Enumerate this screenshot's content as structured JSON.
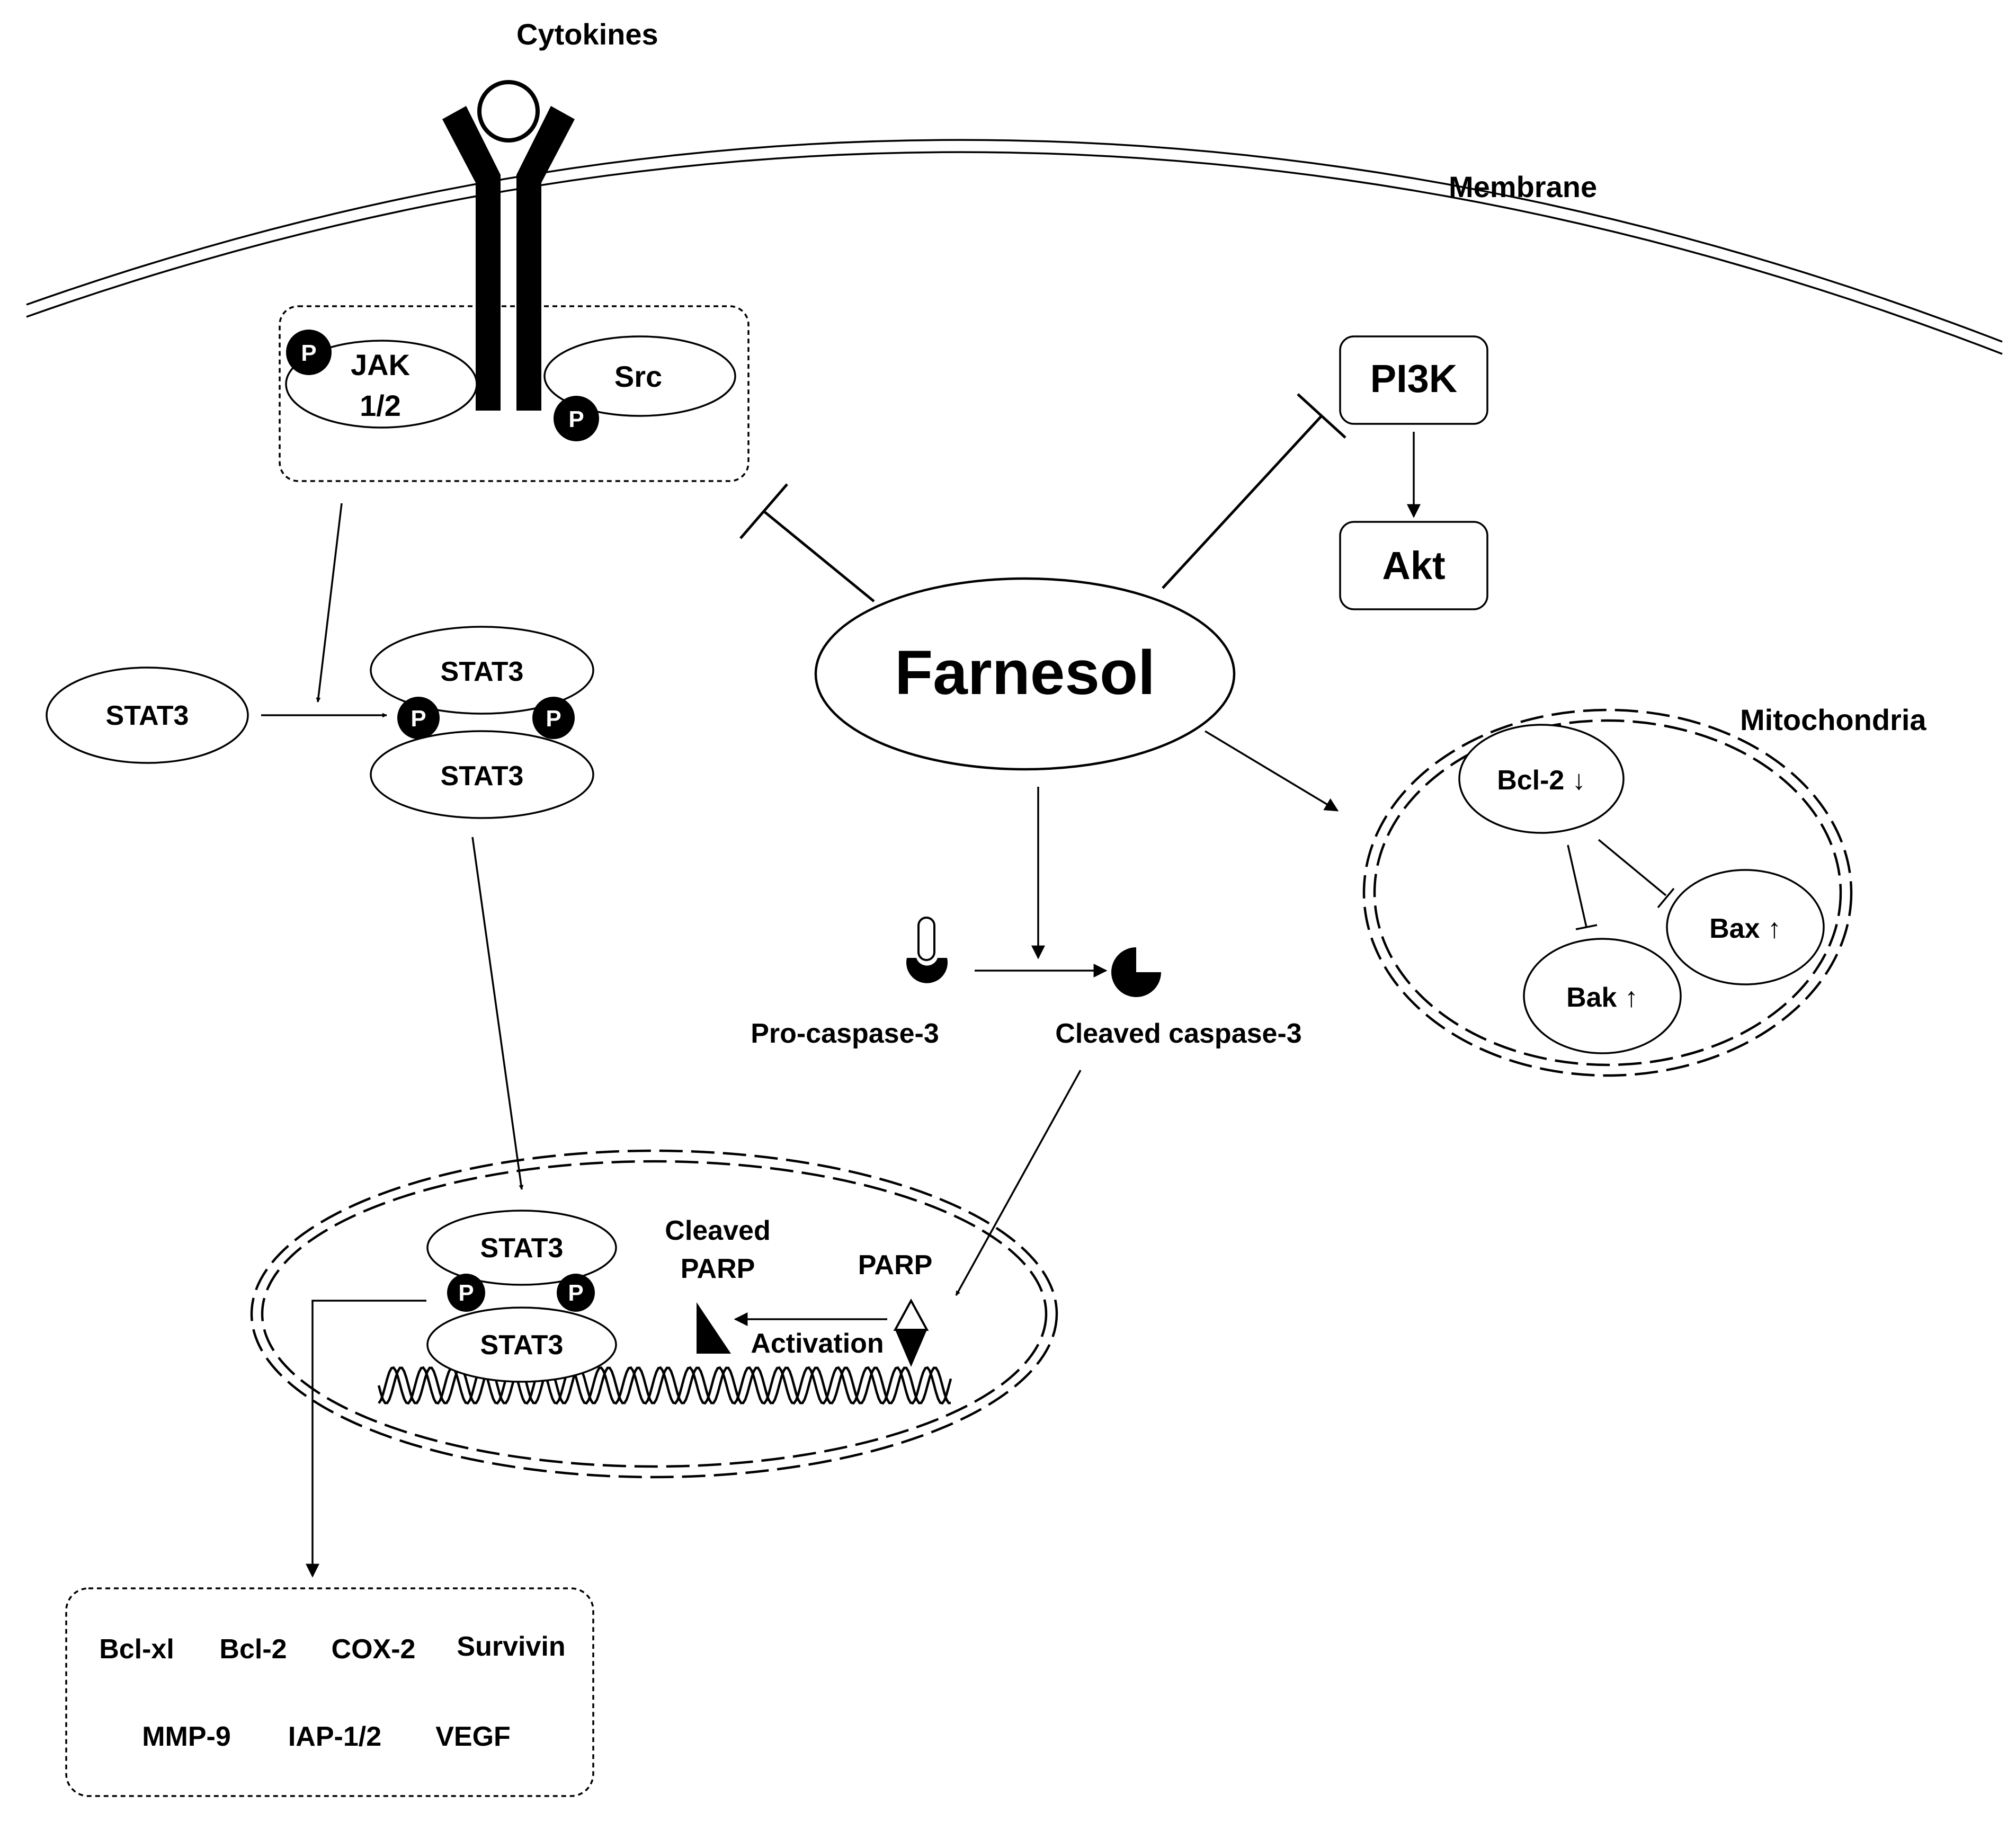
{
  "labels": {
    "cytokines": "Cytokines",
    "membrane": "Membrane",
    "jak": "JAK",
    "jak_sub": "1/2",
    "src": "Src",
    "p": "P",
    "pi3k": "PI3K",
    "akt": "Akt",
    "farnesol": "Farnesol",
    "mitochondria": "Mitochondria",
    "bcl2_down": "Bcl-2 ↓",
    "bax_up": "Bax ↑",
    "bak_up": "Bak ↑",
    "stat3": "STAT3",
    "pro_caspase": "Pro-caspase-3",
    "cleaved_caspase": "Cleaved caspase-3",
    "cleaved_parp_line1": "Cleaved",
    "cleaved_parp_line2": "PARP",
    "parp": "PARP",
    "activation": "Activation"
  },
  "target_genes": [
    "Bcl-xl",
    "Bcl-2",
    "COX-2",
    "Survivin",
    "MMP-9",
    "IAP-1/2",
    "VEGF"
  ]
}
